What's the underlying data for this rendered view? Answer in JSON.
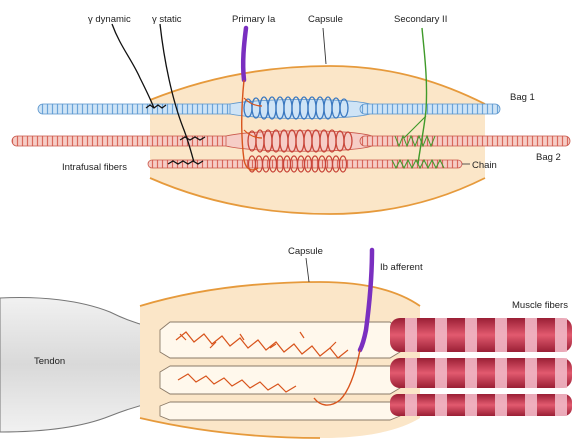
{
  "spindle": {
    "labels": {
      "gamma_dynamic": "γ dynamic",
      "gamma_static": "γ static",
      "primary_ia": "Primary Ia",
      "capsule": "Capsule",
      "secondary_ii": "Secondary II",
      "bag1": "Bag 1",
      "bag2": "Bag 2",
      "chain": "Chain",
      "intrafusal": "Intrafusal fibers"
    }
  },
  "tendon_organ": {
    "labels": {
      "capsule": "Capsule",
      "ib_afferent": "Ib afferent",
      "muscle_fibers": "Muscle fibers",
      "tendon": "Tendon"
    }
  },
  "colors": {
    "capsule_fill": "#fbe6c8",
    "capsule_line": "#e69a3c",
    "bag1": "#7fb6e6",
    "bag2": "#e8877e",
    "chain": "#e8877e",
    "ia_nerve": "#7a2fc0",
    "secondary_nerve": "#3f9a2a",
    "afferent_red": "#d8541c",
    "muscle_red": "#c8344c",
    "muscle_pink": "#f2b8c6"
  }
}
